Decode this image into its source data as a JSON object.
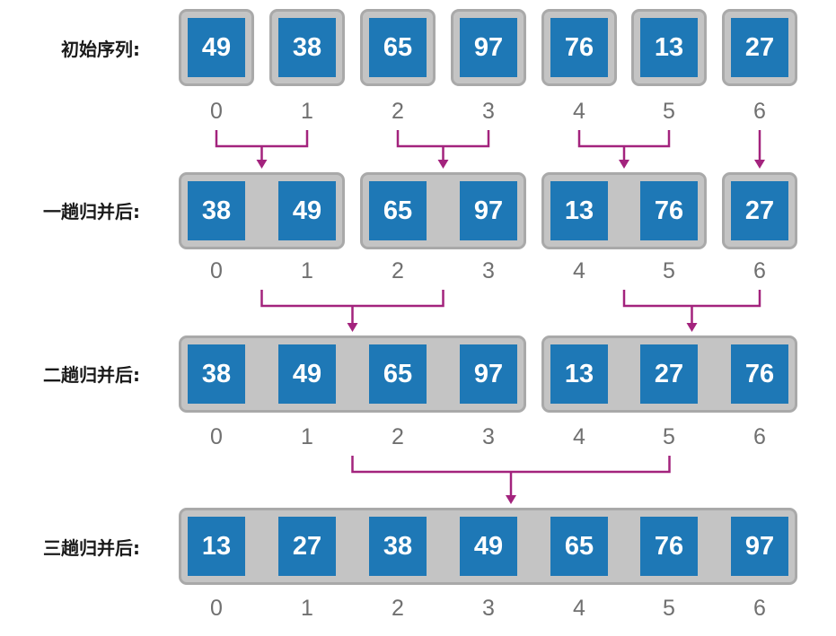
{
  "stages": [
    {
      "label": "初始序列:",
      "groups": [
        [
          "49"
        ],
        [
          "38"
        ],
        [
          "65"
        ],
        [
          "97"
        ],
        [
          "76"
        ],
        [
          "13"
        ],
        [
          "27"
        ]
      ]
    },
    {
      "label": "一趟归并后:",
      "groups": [
        [
          "38",
          "49"
        ],
        [
          "65",
          "97"
        ],
        [
          "13",
          "76"
        ],
        [
          "27"
        ]
      ]
    },
    {
      "label": "二趟归并后:",
      "groups": [
        [
          "38",
          "49",
          "65",
          "97"
        ],
        [
          "13",
          "27",
          "76"
        ]
      ]
    },
    {
      "label": "三趟归并后:",
      "groups": [
        [
          "13",
          "27",
          "38",
          "49",
          "65",
          "76",
          "97"
        ]
      ]
    }
  ],
  "indices": [
    "0",
    "1",
    "2",
    "3",
    "4",
    "5",
    "6"
  ],
  "merges": [
    {
      "from_stage": 0,
      "pairs": [
        [
          0,
          1
        ],
        [
          2,
          3
        ],
        [
          4,
          5
        ],
        [
          6,
          6
        ]
      ]
    },
    {
      "from_stage": 1,
      "pairs": [
        [
          0,
          1
        ],
        [
          2,
          3
        ]
      ]
    },
    {
      "from_stage": 2,
      "pairs": [
        [
          0,
          1
        ]
      ]
    }
  ],
  "colors": {
    "cell": "#1e78b6",
    "cell_text": "#ffffff",
    "group_bg": "#c4c4c4",
    "group_border": "#a9a9a9",
    "arrow": "#a3237d",
    "index_text": "#707070"
  }
}
